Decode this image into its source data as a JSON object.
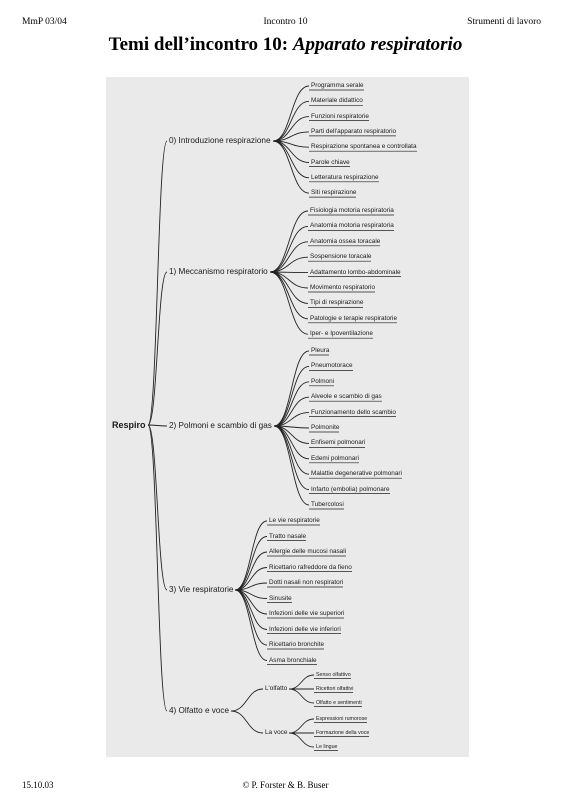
{
  "header": {
    "left": "MmP 03/04",
    "center": "Incontro 10",
    "right": "Strumenti di lavoro"
  },
  "title": {
    "prefix": "Temi dell’incontro 10: ",
    "emphasis": "Apparato respiratorio"
  },
  "mindmap": {
    "root": "Respiro",
    "branches": [
      {
        "label": "0) Introduzione respirazione",
        "items": [
          "Programma serale",
          "Materiale didattico",
          "Funzioni respiratorie",
          "Parti dell'apparato respiratorio",
          "Respirazione spontanea e controllata",
          "Parole chiave",
          "Letteratura respirazione",
          "Siti respirazione"
        ]
      },
      {
        "label": "1) Meccanismo respiratorio",
        "items": [
          "Fisiologia motoria respiratoria",
          "Anatomia motoria respiratoria",
          "Anatomia ossea toracale",
          "Sospensione toracale",
          "Adattamento lombo-abdominale",
          "Movimento respiratorio",
          "Tipi di respirazione",
          "Patologie e terapie respiratorie",
          "Iper- e Ipoventilazione"
        ]
      },
      {
        "label": "2) Polmoni e scambio di gas",
        "items": [
          "Pleura",
          "Pneumotorace",
          "Polmoni",
          "Alveole e scambio di gas",
          "Funzionamento dello scambio",
          "Polmonite",
          "Enfisemi polmonari",
          "Edemi polmonari",
          "Malattie degenerative polmonari",
          "Infarto (embolia) polmonare",
          "Tubercolosi"
        ]
      },
      {
        "label": "3) Vie respiratorie",
        "items": [
          "Le vie respiratorie",
          "Tratto nasale",
          "Allergie delle mucosi nasali",
          "Ricettario rafreddore da fieno",
          "Dotti nasali non respiratori",
          "Sinusite",
          "Infezioni delle vie superiori",
          "Infezioni delle vie inferiori",
          "Ricettario bronchite",
          "Asma bronchiale"
        ]
      },
      {
        "label": "4) Olfatto e voce",
        "subs": [
          {
            "label": "L'olfatto",
            "items": [
              "Senso olfattivo",
              "Ricettori olfattivi",
              "Olfatto e sentimenti"
            ]
          },
          {
            "label": "La voce",
            "items": [
              "Espressioni rumorose",
              "Formazione della voce",
              "Le lingue"
            ]
          }
        ]
      }
    ]
  },
  "footer": {
    "left": "15.10.03",
    "center": "© P. Forster & B. Buser"
  }
}
